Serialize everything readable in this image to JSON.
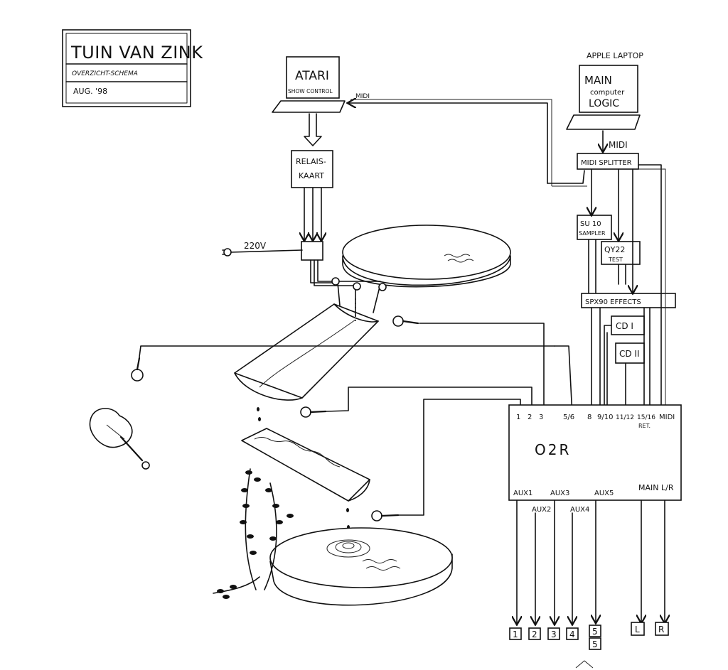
{
  "title_block": {
    "title": "TUIN VAN ZINK",
    "subtitle": "OVERZICHT-SCHEMA",
    "date": "AUG. '98"
  },
  "atari": {
    "name": "ATARI",
    "role": "SHOW CONTROL"
  },
  "midi_to_atari_label": "MIDI",
  "relais": {
    "line1": "RELAIS-",
    "line2": "KAART"
  },
  "power_label": "220V",
  "apple": {
    "caption": "APPLE LAPTOP",
    "line1": "MAIN",
    "line2": "computer",
    "line3": "LOGIC"
  },
  "midi_label": "MIDI",
  "midi_splitter": "MIDI SPLITTER",
  "su10": {
    "line1": "SU 10",
    "line2": "SAMPLER"
  },
  "qy22": {
    "line1": "QY22",
    "line2": "TEST"
  },
  "spx90": "SPX90 EFFECTS",
  "cd1": "CD I",
  "cd2": "CD II",
  "mixer": {
    "name": "O2R",
    "inputs": [
      "1",
      "2",
      "3",
      "5/6",
      "8",
      "9/10",
      "11/12",
      "15/16",
      "MIDI"
    ],
    "ret_label": "RET.",
    "outputs_top": [
      "AUX1",
      "AUX3",
      "AUX5",
      "MAIN L/R"
    ],
    "outputs_bottom": [
      "AUX2",
      "AUX4"
    ]
  },
  "speakers": [
    "1",
    "2",
    "3",
    "4",
    "5",
    "5",
    "L",
    "R"
  ]
}
